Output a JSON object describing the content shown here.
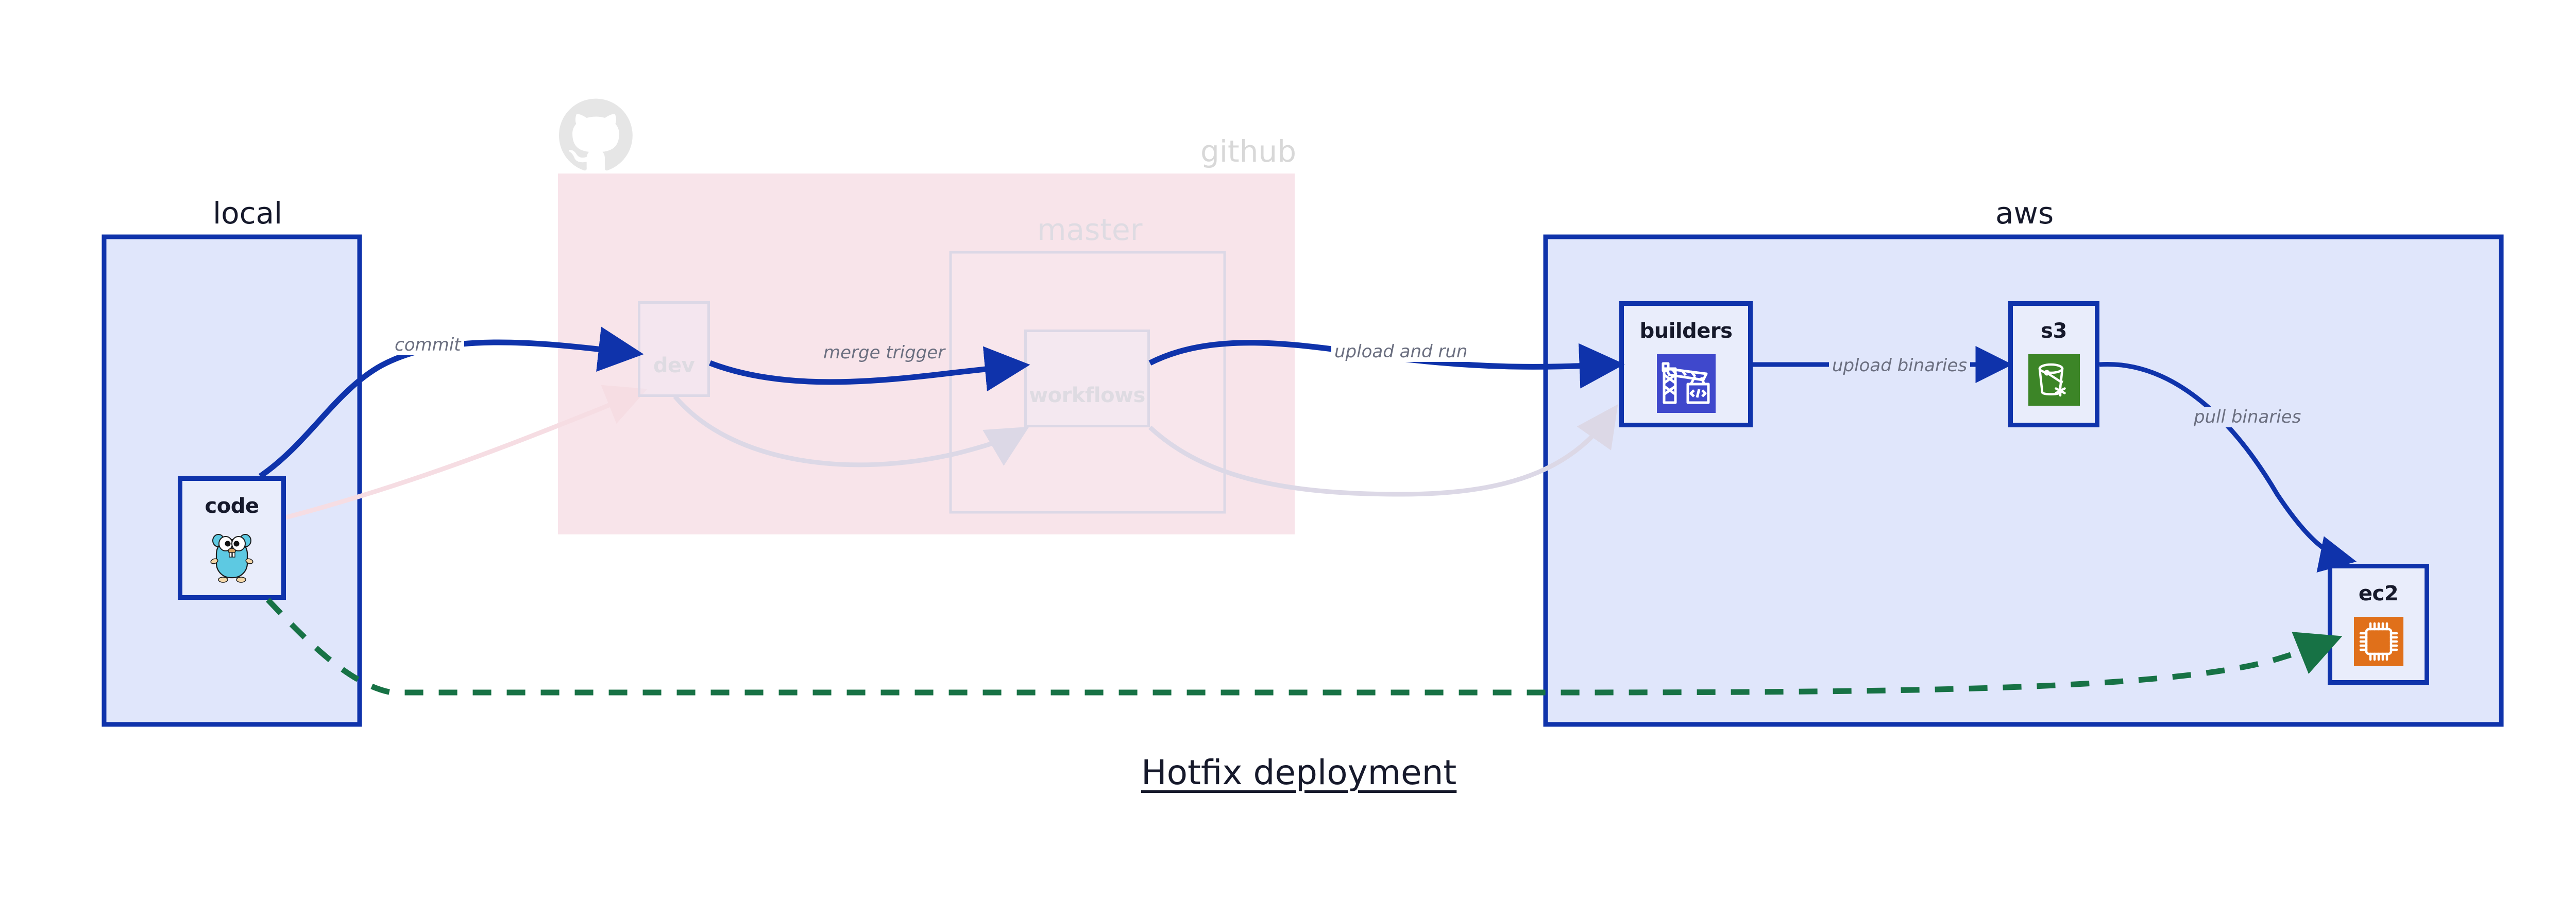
{
  "diagram": {
    "title": "Hotfix deployment",
    "type": "architecture-flow"
  },
  "groups": [
    {
      "id": "local",
      "label": "local",
      "style": "solid-blue",
      "faded": false
    },
    {
      "id": "github",
      "label": "github",
      "style": "pink-faded",
      "faded": true
    },
    {
      "id": "master",
      "label": "master",
      "style": "faint-outline",
      "faded": true
    },
    {
      "id": "aws",
      "label": "aws",
      "style": "solid-blue",
      "faded": false
    }
  ],
  "nodes": [
    {
      "id": "code",
      "label": "code",
      "icon": "go-gopher-icon",
      "group": "local",
      "faded": false
    },
    {
      "id": "dev",
      "label": "dev",
      "icon": "none",
      "group": "github",
      "faded": true
    },
    {
      "id": "workflows",
      "label": "workflows",
      "icon": "none",
      "group": "master",
      "faded": true
    },
    {
      "id": "builders",
      "label": "builders",
      "icon": "aws-builders-crane-icon",
      "group": "aws",
      "faded": false
    },
    {
      "id": "s3",
      "label": "s3",
      "icon": "aws-s3-bucket-icon",
      "group": "aws",
      "faded": false
    },
    {
      "id": "ec2",
      "label": "ec2",
      "icon": "aws-ec2-chip-icon",
      "group": "aws",
      "faded": false
    }
  ],
  "edges": [
    {
      "id": "e-commit",
      "label": "commit",
      "from": "code",
      "to": "dev",
      "style": "solid-blue",
      "on": "white"
    },
    {
      "id": "e-merge-trigger",
      "label": "merge trigger",
      "from": "dev",
      "to": "workflows",
      "style": "solid-blue",
      "on": "pink"
    },
    {
      "id": "e-upload-and-run",
      "label": "upload and run",
      "from": "workflows",
      "to": "builders",
      "style": "solid-blue",
      "on": "white"
    },
    {
      "id": "e-upload-binaries",
      "label": "upload binaries",
      "from": "builders",
      "to": "s3",
      "style": "solid-blue",
      "on": "blue"
    },
    {
      "id": "e-pull-binaries",
      "label": "pull binaries",
      "from": "s3",
      "to": "ec2",
      "style": "solid-blue",
      "on": "blue"
    },
    {
      "id": "e-hotfix",
      "label": "",
      "from": "code",
      "to": "ec2",
      "style": "dashed-green",
      "on": "mixed"
    },
    {
      "id": "e-faded-pink",
      "label": "",
      "from": "code",
      "to": "dev",
      "style": "faded-pink",
      "on": "white"
    },
    {
      "id": "e-faded-lav-1",
      "label": "",
      "from": "dev",
      "to": "workflows",
      "style": "faded-lavender",
      "on": "pink"
    },
    {
      "id": "e-faded-lav-2",
      "label": "",
      "from": "workflows",
      "to": "builders",
      "style": "faded-lavender",
      "on": "mixed"
    }
  ],
  "logos": [
    {
      "id": "github-octocat",
      "name": "github-octocat-icon",
      "faded": true
    }
  ],
  "colors": {
    "group_blue_fill": "#e0e6fb",
    "group_blue_stroke": "#0f33ab",
    "group_pink_fill": "#f8e4ea",
    "node_fill": "#e9edfb",
    "node_stroke": "#0f33ab",
    "edge_blue": "#0f33ab",
    "edge_green": "#177245",
    "edge_faded_pink": "#f6dde3",
    "edge_faded_lavender": "#dcd8e6",
    "label_text": "#6b6f80",
    "title_text": "#16192b",
    "aws_builders_icon": "#3f48cc",
    "aws_s3_icon": "#3c8527",
    "aws_ec2_icon": "#e0701a",
    "gopher_body": "#5dc9e2",
    "octocat_faded": "#e6e6e6"
  }
}
